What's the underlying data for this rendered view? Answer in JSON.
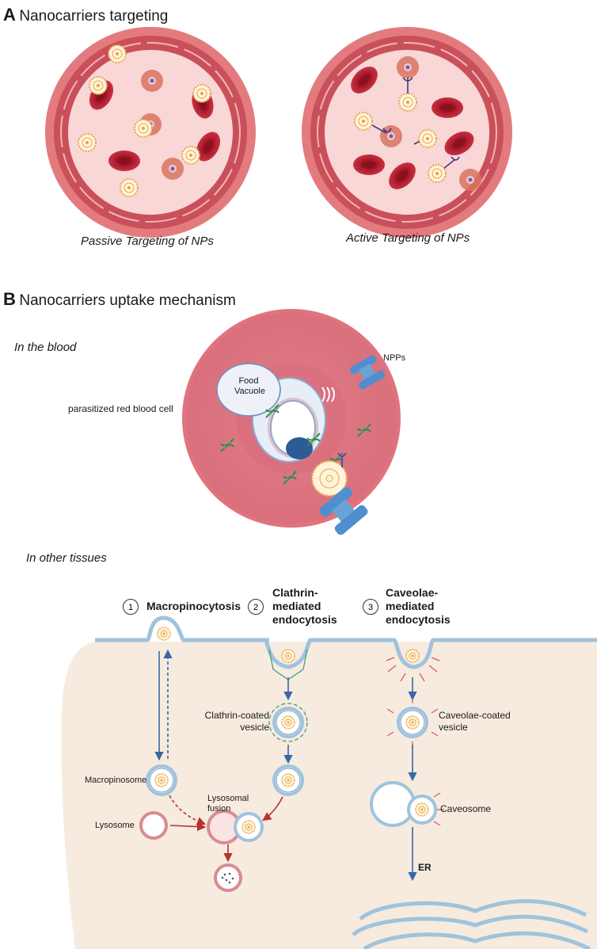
{
  "panel_a": {
    "letter": "A",
    "title": "Nanocarriers targeting",
    "left_caption": "Passive Targeting of NPs",
    "right_caption": "Active Targeting of NPs"
  },
  "panel_b": {
    "letter": "B",
    "title": "Nanocarriers uptake mechanism",
    "blood_heading": "In the blood",
    "rbc_label": "parasitized red blood cell",
    "food_vacuole_line1": "Food",
    "food_vacuole_line2": "Vacuole",
    "npps_label": "NPPs",
    "tissues_heading": "In other tissues",
    "steps": [
      {
        "number": "1",
        "title_lines": [
          "Macropinocytosis"
        ]
      },
      {
        "number": "2",
        "title_lines": [
          "Clathrin-",
          "mediated",
          "endocytosis"
        ]
      },
      {
        "number": "3",
        "title_lines": [
          "Caveolae-",
          "mediated",
          "endocytosis"
        ]
      }
    ],
    "clathrin_vesicle_lines": [
      "Clathrin-coated",
      "vesicle"
    ],
    "caveolae_vesicle_lines": [
      "Caveolae-coated",
      "vesicle"
    ],
    "macropinosome": "Macropinosome",
    "lysosomal_fusion_lines": [
      "Lysosomal",
      "fusion"
    ],
    "lysosome": "Lysosome",
    "caveosome": "Caveosome",
    "er": "ER"
  },
  "colors": {
    "vessel_wall": "#c9505a",
    "vessel_lumen": "#f8d7d6",
    "rbc": "#b01e2e",
    "np_core": "#f4b05a",
    "membrane": "#9fc3dd",
    "cytoplasm": "#f6ebde",
    "arrow_blue": "#3668a8",
    "arrow_red": "#b8312f",
    "clathrin_green": "#4a9a84",
    "caveolae_pink": "#d65a6a",
    "receptor_blue": "#4f8fcf"
  }
}
